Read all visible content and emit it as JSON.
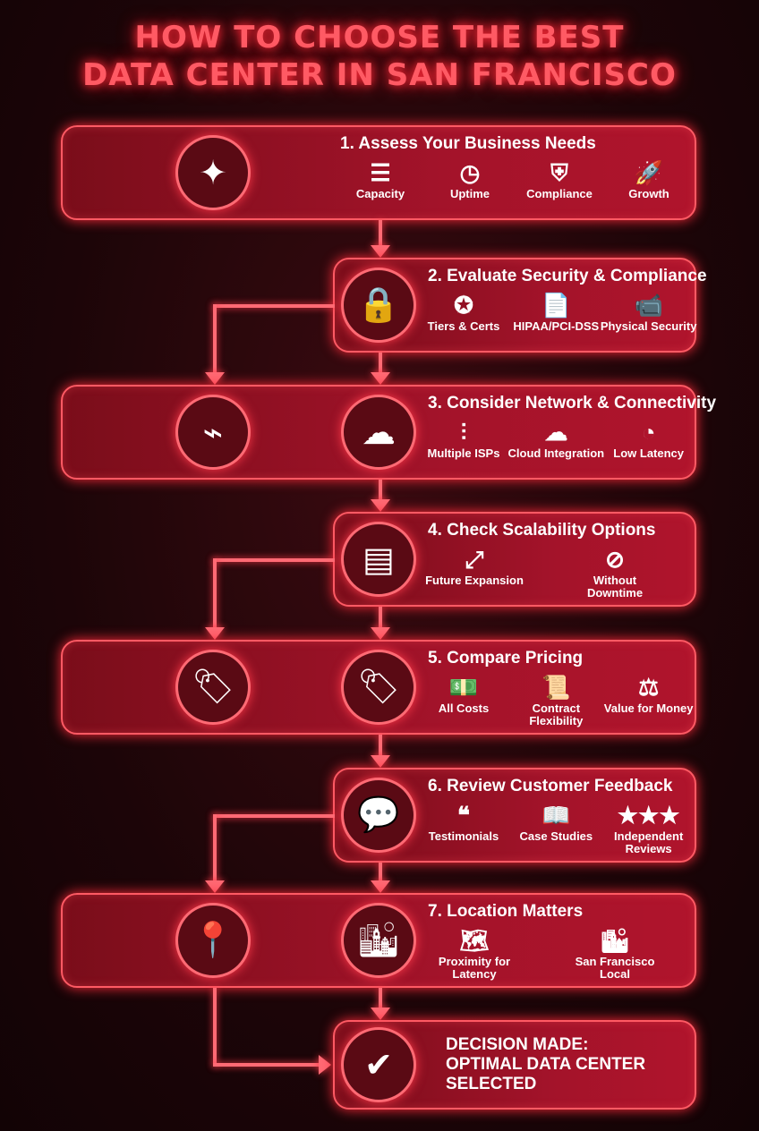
{
  "title": {
    "line1": "HOW TO CHOOSE THE BEST",
    "line2": "DATA CENTER IN SAN FRANCISCO"
  },
  "colors": {
    "accent": "#ff5a64",
    "box": "#a3132a",
    "background": "#1c0508"
  },
  "steps": [
    {
      "title": "1. Assess Your Business Needs",
      "icon": "brain-growth-icon",
      "features": [
        {
          "label": "Capacity",
          "icon": "server-icon",
          "glyph": "☰"
        },
        {
          "label": "Uptime",
          "icon": "clock-icon",
          "glyph": "◷"
        },
        {
          "label": "Compliance",
          "icon": "shield-check-icon",
          "glyph": "⛨"
        },
        {
          "label": "Growth",
          "icon": "rocket-icon",
          "glyph": "🚀"
        }
      ]
    },
    {
      "title": "2. Evaluate Security & Compliance",
      "icon": "shield-lock-icon",
      "features": [
        {
          "label": "Tiers & Certs",
          "icon": "award-icon",
          "glyph": "✪"
        },
        {
          "label": "HIPAA/PCI-DSS",
          "icon": "document-check-icon",
          "glyph": "📄"
        },
        {
          "label": "Physical Security",
          "icon": "camera-icon",
          "glyph": "📹"
        }
      ]
    },
    {
      "title": "3. Consider Network & Connectivity",
      "icon": "cloud-network-icon",
      "side_icon": "fiber-cable-icon",
      "features": [
        {
          "label": "Multiple ISPs",
          "icon": "cables-icon",
          "glyph": "⫶"
        },
        {
          "label": "Cloud Integration",
          "icon": "cloud-icon",
          "glyph": "☁"
        },
        {
          "label": "Low Latency",
          "icon": "speedometer-icon",
          "glyph": "◔"
        }
      ]
    },
    {
      "title": "4. Check Scalability Options",
      "icon": "server-expand-icon",
      "features": [
        {
          "label": "Future Expansion",
          "icon": "expand-icon",
          "glyph": "⤢"
        },
        {
          "label": "Without Downtime",
          "icon": "no-power-icon",
          "glyph": "⊘"
        }
      ]
    },
    {
      "title": "5. Compare Pricing",
      "icon": "price-tag-icon",
      "side_icon": "price-tag-icon",
      "features": [
        {
          "label": "All Costs",
          "icon": "money-stack-icon",
          "glyph": "💵"
        },
        {
          "label": "Contract Flexibility",
          "icon": "contract-icon",
          "glyph": "📜"
        },
        {
          "label": "Value for Money",
          "icon": "scales-icon",
          "glyph": "⚖"
        }
      ]
    },
    {
      "title": "6. Review Customer Feedback",
      "icon": "chat-review-icon",
      "features": [
        {
          "label": "Testimonials",
          "icon": "quote-bubble-icon",
          "glyph": "❝"
        },
        {
          "label": "Case Studies",
          "icon": "book-icon",
          "glyph": "📖"
        },
        {
          "label": "Independent Reviews",
          "icon": "stars-icon",
          "glyph": "★★★"
        }
      ]
    },
    {
      "title": "7. Location Matters",
      "icon": "city-icon",
      "side_icon": "map-pin-icon",
      "features": [
        {
          "label": "Proximity for Latency",
          "icon": "map-icon",
          "glyph": "🗺"
        },
        {
          "label": "San Francisco Local",
          "icon": "skyline-icon",
          "glyph": "🏙"
        }
      ]
    }
  ],
  "decision": {
    "text": "DECISION MADE:\nOPTIMAL DATA CENTER\nSELECTED",
    "icon": "checkmark-circle-icon"
  }
}
